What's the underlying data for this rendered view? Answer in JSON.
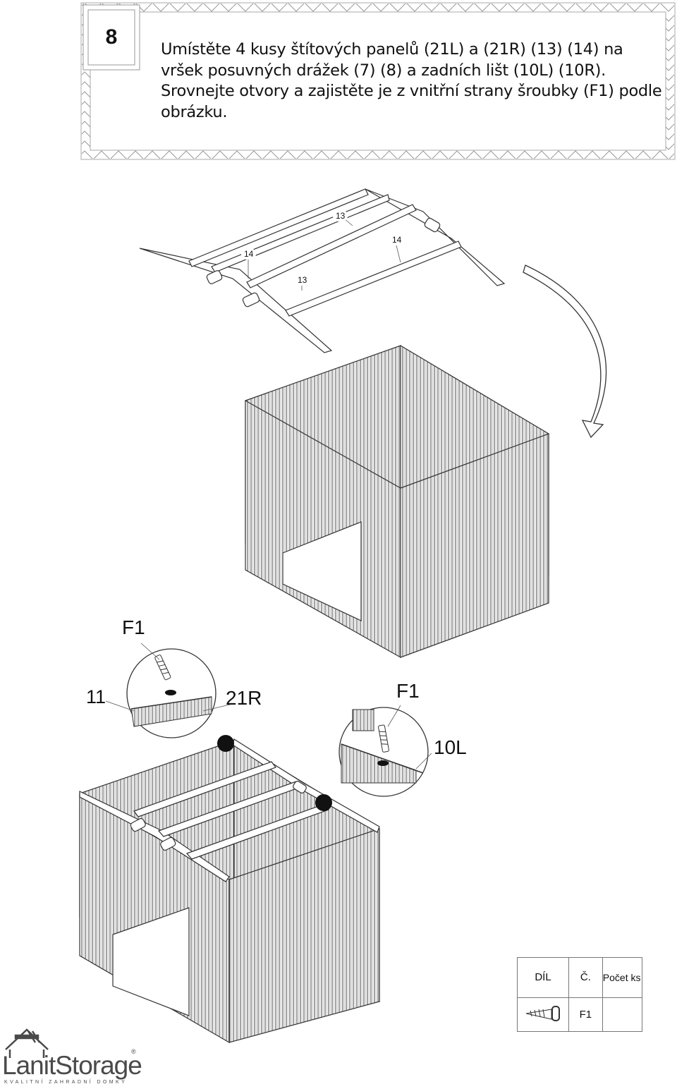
{
  "step": {
    "number": "8",
    "instruction": "Umístěte 4 kusy štítových panelů (21L) a (21R) (13) (14) na vršek posuvných drážek (7) (8) a zadních lišt (10L) (10R). Srovnejte otvory a zajistěte je z vnitřní strany šroubky (F1) podle obrázku."
  },
  "roof_frame_callouts": [
    "13",
    "14",
    "14",
    "13"
  ],
  "detail_left": {
    "screw": "F1",
    "part_a": "11",
    "part_b": "21R"
  },
  "detail_right": {
    "screw": "F1",
    "part": "10L"
  },
  "parts_table": {
    "headers": [
      "DÍL",
      "Č.",
      "Počet ks"
    ],
    "rows": [
      {
        "part_icon": "screw-icon",
        "code": "F1",
        "qty": ""
      }
    ]
  },
  "brand": {
    "name": "LanitStorage",
    "tagline": "KVALITNÍ ZAHRADNÍ DOMKY",
    "registered": "®"
  },
  "colors": {
    "line": "#333333",
    "panel_stripe": "#555555",
    "callout_dot": "#111111",
    "logo": "#4a4a4a"
  }
}
